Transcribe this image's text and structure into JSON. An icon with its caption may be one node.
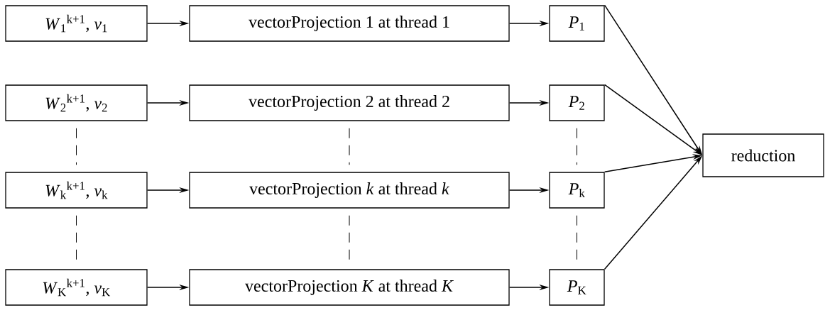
{
  "diagram": {
    "nodes": [
      {
        "text": [
          "*W*$_{1}$$^{k+1}$, *v*$_{1}$"
        ]
      },
      {
        "text": [
          "vectorProjection 1 at thread 1"
        ]
      },
      {
        "text": [
          "*P*$_{1}$"
        ]
      },
      {
        "text": [
          "*W*$_{2}$$^{k+1}$, *v*$_{2}$"
        ]
      },
      {
        "text": [
          "vectorProjection 2 at thread 2"
        ]
      },
      {
        "text": [
          "*P*$_{2}$"
        ]
      },
      {
        "text": [
          "*W*$_{k}$$^{k+1}$, *v*$_{k}$"
        ]
      },
      {
        "text": [
          "vectorProjection *k* at thread *k*"
        ]
      },
      {
        "text": [
          "*P*$_{k}$"
        ]
      },
      {
        "text": [
          "*W*$_{K}$$^{k+1}$, *v*$_{K}$"
        ]
      },
      {
        "text": [
          "vectorProjection *K* at thread *K*"
        ]
      },
      {
        "text": [
          "*P*$_{K}$"
        ]
      },
      {
        "text": [
          "reduction"
        ]
      }
    ],
    "edges": [
      {
        "from": 0,
        "to": 1,
        "arrow": "to"
      },
      {
        "from": 1,
        "to": 2,
        "arrow": "to"
      },
      {
        "from": 3,
        "to": 4,
        "arrow": "to"
      },
      {
        "from": 4,
        "to": 5,
        "arrow": "to"
      },
      {
        "from": 6,
        "to": 7,
        "arrow": "to"
      },
      {
        "from": 7,
        "to": 8,
        "arrow": "to"
      },
      {
        "from": 9,
        "to": 10,
        "arrow": "to"
      },
      {
        "from": 10,
        "to": 11,
        "arrow": "to"
      },
      {
        "from": 2,
        "to": 12,
        "arrow": "to"
      },
      {
        "from": 5,
        "to": 12,
        "arrow": "to"
      },
      {
        "from": 8,
        "to": 12,
        "arrow": "to"
      },
      {
        "from": 11,
        "to": 12,
        "arrow": "to"
      },
      {
        "from": 3,
        "to": 6,
        "arrow": "none",
        "style": "dashed"
      },
      {
        "from": 6,
        "to": 9,
        "arrow": "none",
        "style": "dashed"
      },
      {
        "from": 4,
        "to": 7,
        "arrow": "none",
        "style": "dashed"
      },
      {
        "from": 7,
        "to": 10,
        "arrow": "none",
        "style": "dashed"
      },
      {
        "from": 5,
        "to": 8,
        "arrow": "none",
        "style": "dashed"
      },
      {
        "from": 8,
        "to": 11,
        "arrow": "none",
        "style": "dashed"
      }
    ]
  }
}
